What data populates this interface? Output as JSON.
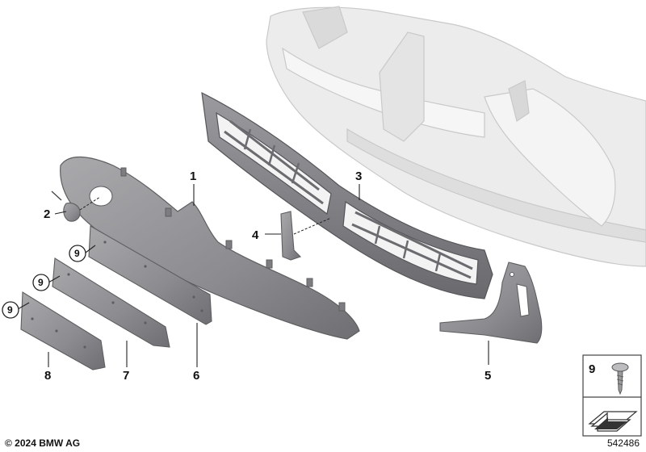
{
  "callouts": [
    "1",
    "2",
    "3",
    "4",
    "5",
    "6",
    "7",
    "8"
  ],
  "circle_callouts": [
    "9",
    "9",
    "9"
  ],
  "legend": {
    "part_number": "9"
  },
  "footer": {
    "copyright": "© 2024 BMW AG",
    "diagram_number": "542486"
  },
  "colors": {
    "part_fill": "#8f8f92",
    "part_stroke": "#5e5e61",
    "ghost_fill": "#ececec",
    "ghost_stroke": "#c9c9c9"
  }
}
